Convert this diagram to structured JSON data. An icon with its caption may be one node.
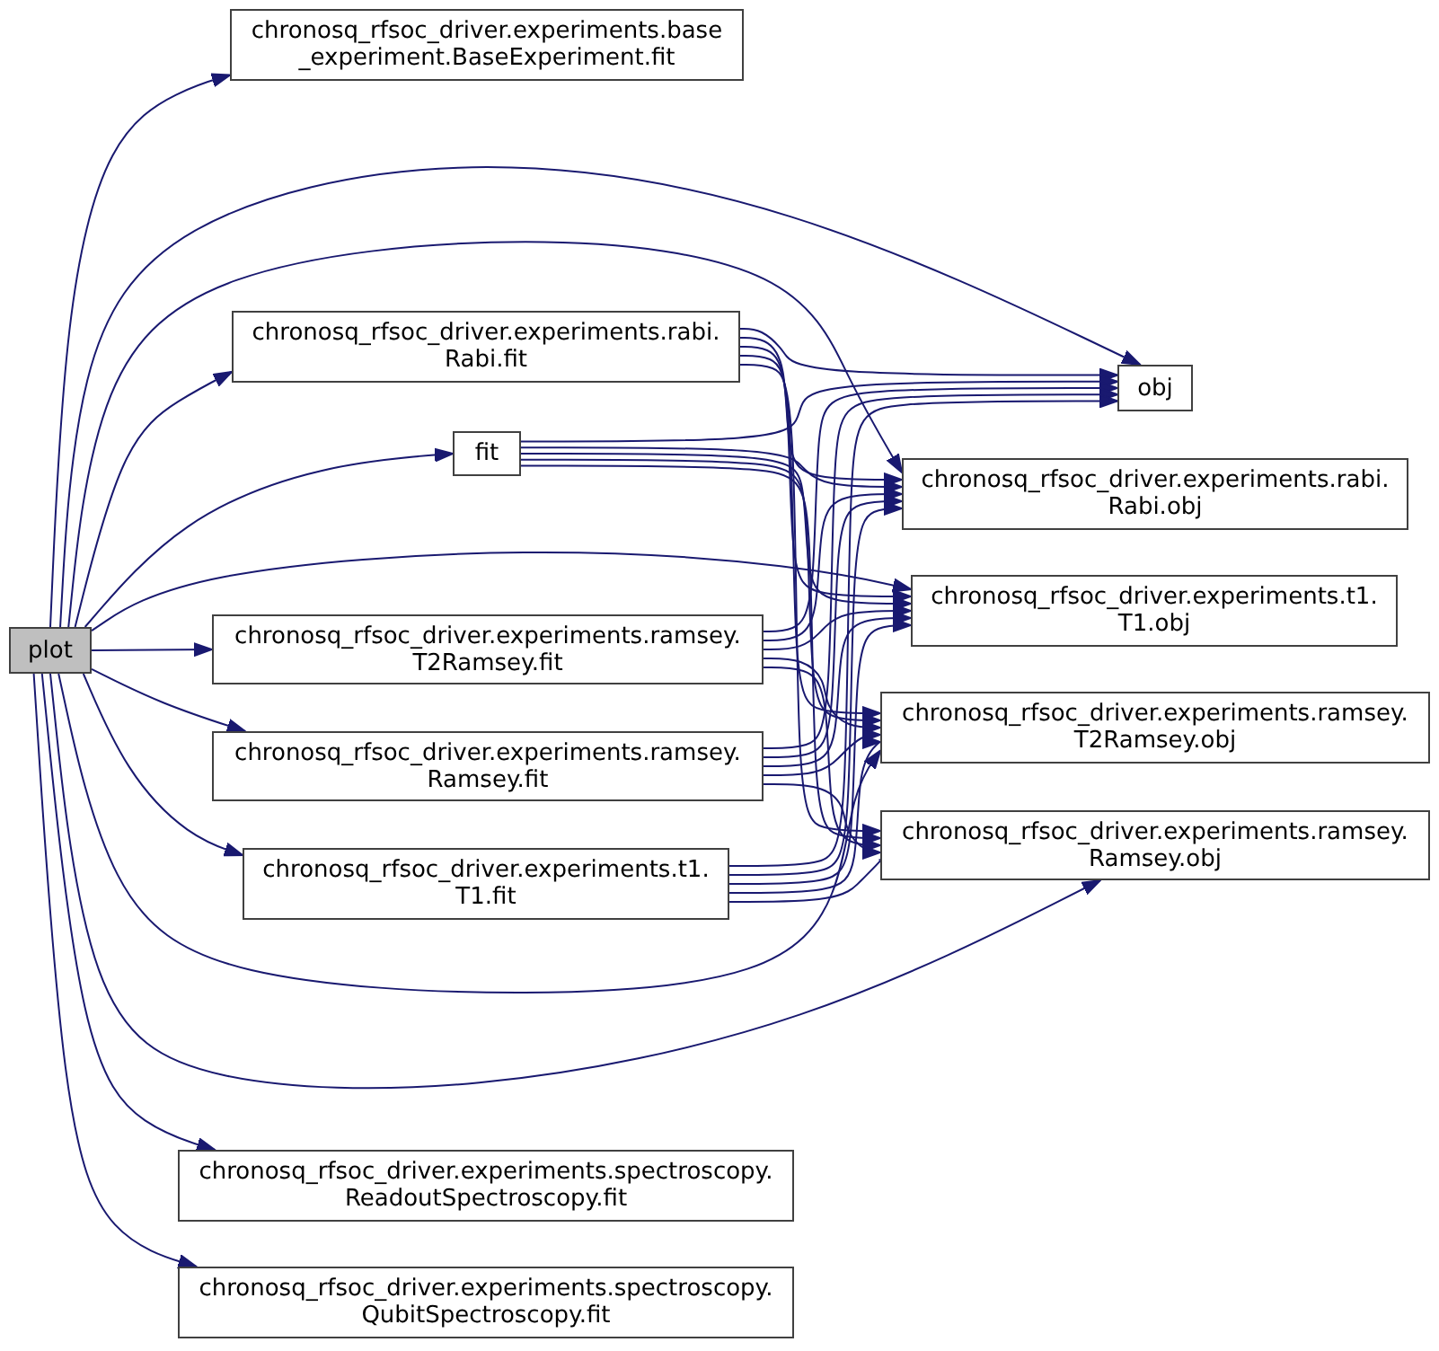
{
  "diagram": {
    "nodes": [
      {
        "text": [
          "plot"
        ]
      },
      {
        "text": [
          "chronosq_rfsoc_driver.experiments.base _experiment.BaseExperiment.fit"
        ]
      },
      {
        "text": [
          "obj"
        ]
      },
      {
        "text": [
          "chronosq_rfsoc_driver.experiments.rabi. Rabi.fit"
        ]
      },
      {
        "text": [
          "fit"
        ]
      },
      {
        "text": [
          "chronosq_rfsoc_driver.experiments.rabi. Rabi.obj"
        ]
      },
      {
        "text": [
          "chronosq_rfsoc_driver.experiments.t1. T1.obj"
        ]
      },
      {
        "text": [
          "chronosq_rfsoc_driver.experiments.ramsey. T2Ramsey.fit"
        ]
      },
      {
        "text": [
          "chronosq_rfsoc_driver.experiments.ramsey. T2Ramsey.obj"
        ]
      },
      {
        "text": [
          "chronosq_rfsoc_driver.experiments.ramsey. Ramsey.fit"
        ]
      },
      {
        "text": [
          "chronosq_rfsoc_driver.experiments.ramsey. Ramsey.obj"
        ]
      },
      {
        "text": [
          "chronosq_rfsoc_driver.experiments.t1. T1.fit"
        ]
      },
      {
        "text": [
          "chronosq_rfsoc_driver.experiments.spectroscopy. ReadoutSpectroscopy.fit"
        ]
      },
      {
        "text": [
          "chronosq_rfsoc_driver.experiments.spectroscopy. QubitSpectroscopy.fit"
        ]
      }
    ],
    "edges": [
      {
        "from": 0,
        "to": 1,
        "arrow": "to"
      },
      {
        "from": 0,
        "to": 2,
        "arrow": "to"
      },
      {
        "from": 0,
        "to": 5,
        "arrow": "to"
      },
      {
        "from": 0,
        "to": 3,
        "arrow": "to"
      },
      {
        "from": 0,
        "to": 4,
        "arrow": "to"
      },
      {
        "from": 0,
        "to": 6,
        "arrow": "to"
      },
      {
        "from": 0,
        "to": 7,
        "arrow": "to"
      },
      {
        "from": 0,
        "to": 9,
        "arrow": "to"
      },
      {
        "from": 0,
        "to": 11,
        "arrow": "to"
      },
      {
        "from": 0,
        "to": 8,
        "arrow": "to"
      },
      {
        "from": 0,
        "to": 10,
        "arrow": "to"
      },
      {
        "from": 0,
        "to": 12,
        "arrow": "to"
      },
      {
        "from": 0,
        "to": 13,
        "arrow": "to"
      },
      {
        "from": 3,
        "to": 2,
        "arrow": "to"
      },
      {
        "from": 3,
        "to": 5,
        "arrow": "to"
      },
      {
        "from": 3,
        "to": 6,
        "arrow": "to"
      },
      {
        "from": 3,
        "to": 8,
        "arrow": "to"
      },
      {
        "from": 3,
        "to": 10,
        "arrow": "to"
      },
      {
        "from": 4,
        "to": 2,
        "arrow": "to"
      },
      {
        "from": 4,
        "to": 5,
        "arrow": "to"
      },
      {
        "from": 4,
        "to": 6,
        "arrow": "to"
      },
      {
        "from": 4,
        "to": 8,
        "arrow": "to"
      },
      {
        "from": 4,
        "to": 10,
        "arrow": "to"
      },
      {
        "from": 7,
        "to": 2,
        "arrow": "to"
      },
      {
        "from": 7,
        "to": 5,
        "arrow": "to"
      },
      {
        "from": 7,
        "to": 6,
        "arrow": "to"
      },
      {
        "from": 7,
        "to": 8,
        "arrow": "to"
      },
      {
        "from": 7,
        "to": 10,
        "arrow": "to"
      },
      {
        "from": 9,
        "to": 2,
        "arrow": "to"
      },
      {
        "from": 9,
        "to": 5,
        "arrow": "to"
      },
      {
        "from": 9,
        "to": 6,
        "arrow": "to"
      },
      {
        "from": 9,
        "to": 8,
        "arrow": "to"
      },
      {
        "from": 9,
        "to": 10,
        "arrow": "to"
      },
      {
        "from": 11,
        "to": 2,
        "arrow": "to"
      },
      {
        "from": 11,
        "to": 5,
        "arrow": "to"
      },
      {
        "from": 11,
        "to": 6,
        "arrow": "to"
      },
      {
        "from": 11,
        "to": 8,
        "arrow": "to"
      },
      {
        "from": 11,
        "to": 10,
        "arrow": "to"
      }
    ]
  }
}
